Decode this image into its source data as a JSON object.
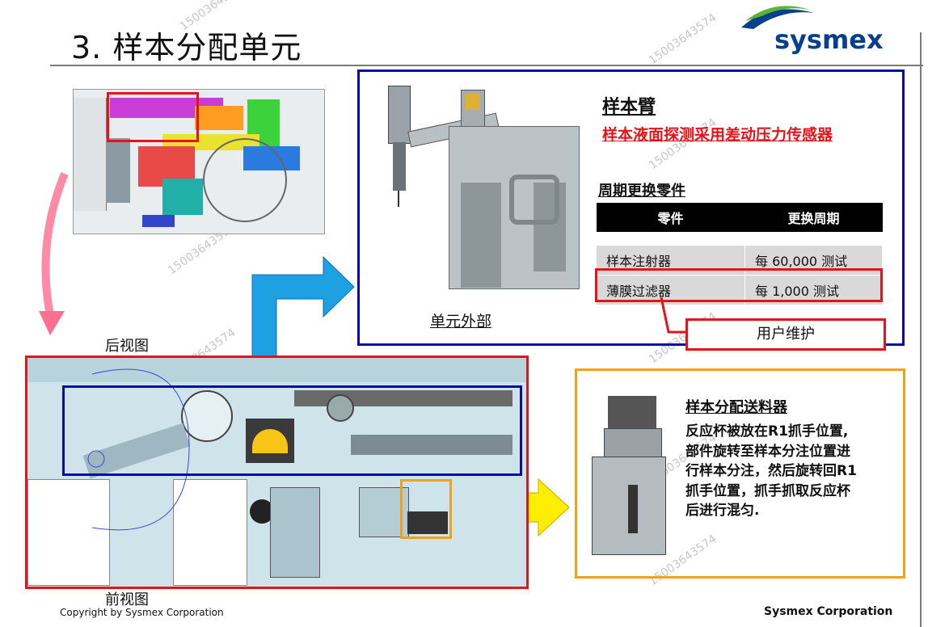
{
  "title": "3. 样本分配单元",
  "logo": {
    "text": "sysmex"
  },
  "watermark": "15003643574",
  "labels": {
    "rear_view": "后视图",
    "front_view": "前视图",
    "unit_exterior": "单元外部"
  },
  "sample_arm": {
    "heading": "样本臂",
    "sensor_note": "样本液面探测采用差动压力传感器",
    "parts_heading": "周期更换零件",
    "table": {
      "headers": [
        "零件",
        "更换周期"
      ],
      "rows": [
        [
          "样本注射器",
          "每 60,000 测试"
        ],
        [
          "薄膜过滤器",
          "每 1,000 测试"
        ]
      ]
    },
    "user_maintenance": "用户维护"
  },
  "feeder": {
    "heading": "样本分配送料器",
    "lines": [
      "反应杯被放在R1抓手位置,",
      "部件旋转至样本分注位置进",
      "行样本分注，然后旋转回R1",
      "抓手位置，抓手抓取反应杯",
      "后进行混匀."
    ]
  },
  "footer": {
    "copyright": "Copyright by Sysmex Corporation",
    "company": "Sysmex Corporation"
  },
  "colors": {
    "blue_frame": "#0a0aa8",
    "red_frame": "#e5141a",
    "orange_frame": "#f2a11c",
    "logo_blue": "#0a3f8e",
    "logo_green": "#5cb531",
    "arrow_blue": "#1da1e2",
    "arrow_yellow": "#ffee00",
    "arrow_pink": "#ff6f8f"
  }
}
